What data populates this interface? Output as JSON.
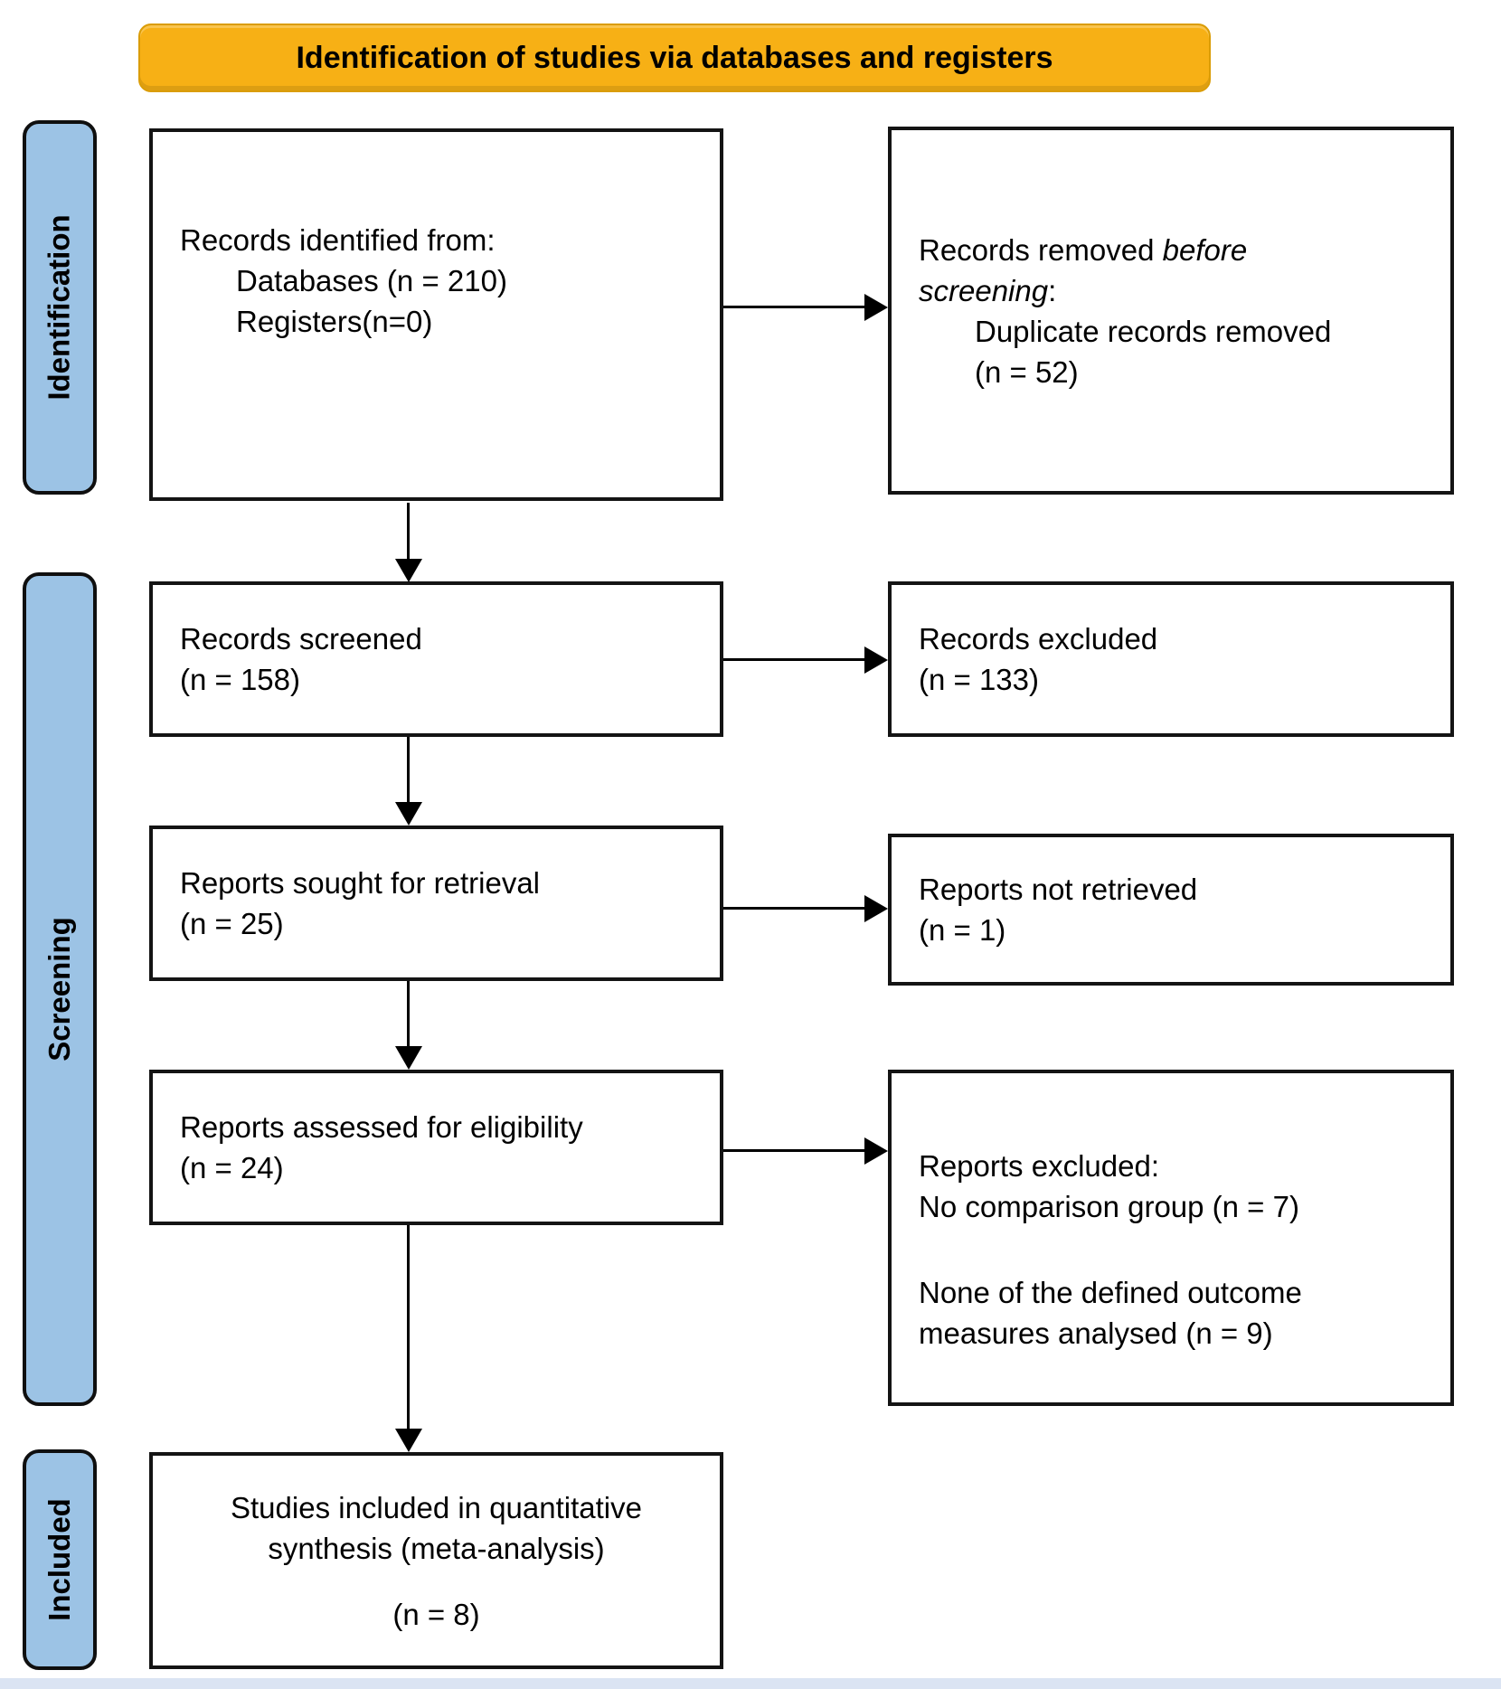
{
  "header": {
    "title": "Identification of studies via databases and registers"
  },
  "stages": {
    "identification": {
      "label": "Identification"
    },
    "screening": {
      "label": "Screening"
    },
    "included": {
      "label": "Included"
    }
  },
  "boxes": {
    "records_identified": {
      "lines": [
        "Records identified from:",
        "Databases (n = 210)",
        "Registers(n=0)"
      ]
    },
    "records_removed": {
      "line1_normal": "Records removed ",
      "line1_italic": "before",
      "line2_italic": "screening",
      "line2_normal": ":",
      "line3": "Duplicate records removed",
      "line4": "(n = 52)"
    },
    "records_screened": {
      "lines": [
        "Records screened",
        "(n = 158)"
      ]
    },
    "records_excluded": {
      "lines": [
        "Records excluded",
        "(n = 133)"
      ]
    },
    "reports_sought": {
      "lines": [
        "Reports sought for retrieval",
        "(n = 25)"
      ]
    },
    "reports_not_retrieved": {
      "lines": [
        "Reports not retrieved",
        "(n = 1)"
      ]
    },
    "reports_assessed": {
      "lines": [
        "Reports assessed for eligibility",
        "(n = 24)"
      ]
    },
    "reports_excluded": {
      "lines": [
        "Reports excluded:",
        "No comparison group (n = 7)",
        "None of the defined outcome",
        "measures analysed (n = 9)"
      ]
    },
    "studies_included": {
      "lines": [
        "Studies included in quantitative",
        "synthesis (meta-analysis)",
        "(n = 8)"
      ]
    }
  },
  "colors": {
    "banner_fill": "#F7B015",
    "banner_border": "#DA9C06",
    "stage_fill": "#9CC3E5",
    "box_border": "#141414",
    "arrow": "#000000",
    "footer_strip": "#dbe4f3"
  }
}
